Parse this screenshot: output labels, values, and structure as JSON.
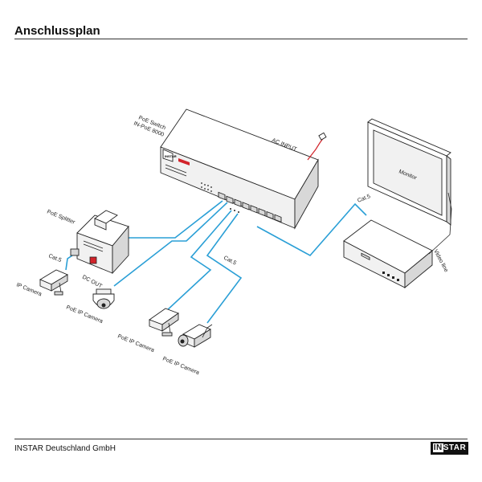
{
  "header": {
    "title": "Anschlussplan"
  },
  "footer": {
    "company": "INSTAR Deutschland GmbH",
    "logo_first": "IN",
    "logo_rest": "STAR"
  },
  "diagram": {
    "switch_label_1": "PoE Switch",
    "switch_label_2": "IN-PoE 8000",
    "switch_brand": "INSTAR",
    "ac_input": "AC INPUT",
    "monitor": "Monitor",
    "cat5_nvr": "Cat.5",
    "video_line": "Video line",
    "poe_splitter": "PoE Splitter",
    "cat5_splitter": "Cat.5",
    "dc_out": "DC OUT",
    "ip_camera": "IP Camera",
    "poe_ip_camera_dome": "PoE IP Camera",
    "cat5_middle": "Cat.5",
    "poe_ip_camera_1": "PoE IP Camera",
    "poe_ip_camera_2": "PoE IP Camera"
  }
}
